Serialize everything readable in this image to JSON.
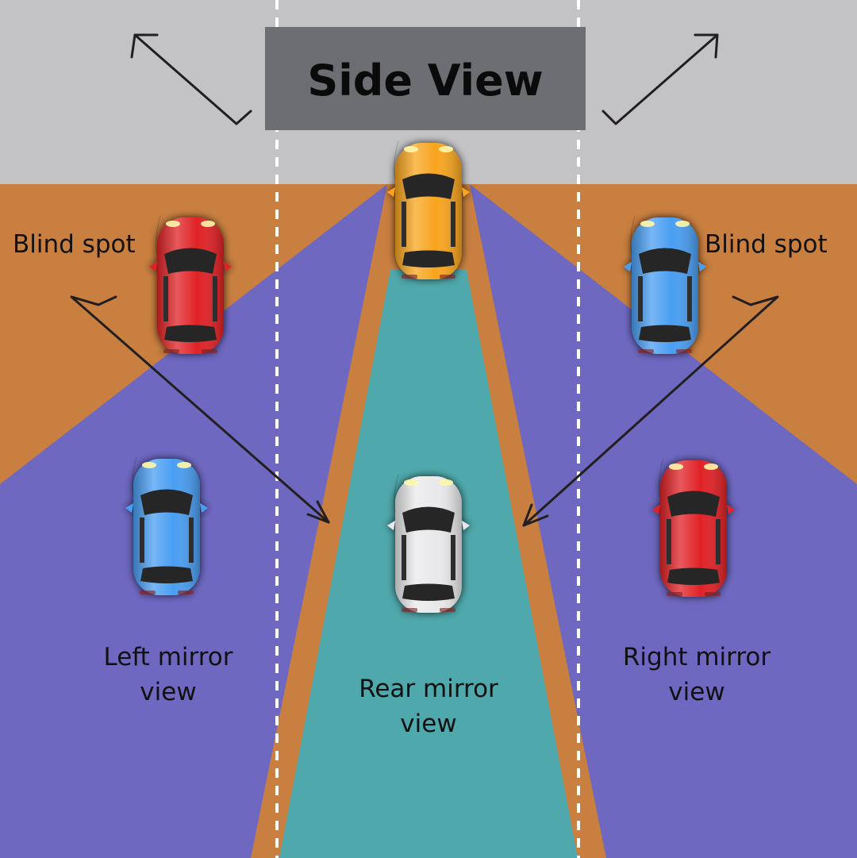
{
  "title": "Side View",
  "labels": {
    "blind_spot_left": "Blind spot",
    "blind_spot_right": "Blind spot",
    "left_mirror_line1": "Left mirror",
    "left_mirror_line2": "view",
    "rear_mirror_line1": "Rear mirror",
    "rear_mirror_line2": "view",
    "right_mirror_line1": "Right mirror",
    "right_mirror_line2": "view"
  },
  "colors": {
    "road_top": "#c3c3c5",
    "blind_spot_zone": "#c87f40",
    "side_mirror_zone": "#6e68c1",
    "rear_mirror_zone": "#4fa8ab",
    "title_box": "#6d6e72",
    "lane_line": "#ffffff",
    "arrow": "#231f20"
  },
  "cars": [
    {
      "id": "car-ego",
      "color": "#f8a51f",
      "role": "own vehicle"
    },
    {
      "id": "car-blindspot-left",
      "color": "#e02226"
    },
    {
      "id": "car-blindspot-right",
      "color": "#4a9ef2"
    },
    {
      "id": "car-left-mirror",
      "color": "#4a9ef2"
    },
    {
      "id": "car-rear-mirror",
      "color": "#e9e9eb"
    },
    {
      "id": "car-right-mirror",
      "color": "#e02226"
    }
  ]
}
